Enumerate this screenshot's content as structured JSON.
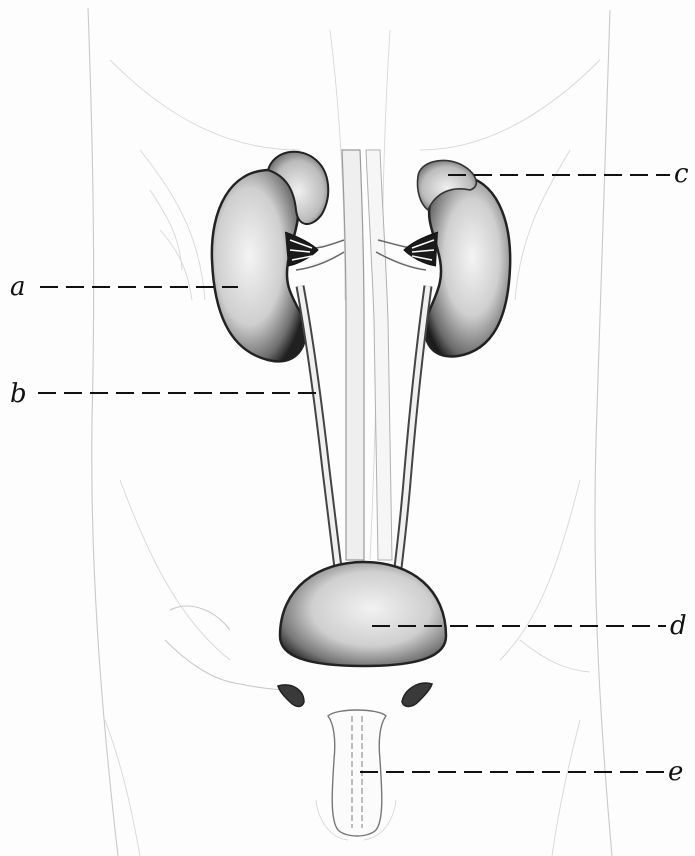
{
  "labels": {
    "a": "a",
    "b": "b",
    "c": "c",
    "d": "d",
    "e": "e"
  },
  "colors": {
    "ink": "#111111",
    "background": "#fdfdfd",
    "shading_dark": "#2a2a2a",
    "shading_light": "#bdbdbd"
  }
}
